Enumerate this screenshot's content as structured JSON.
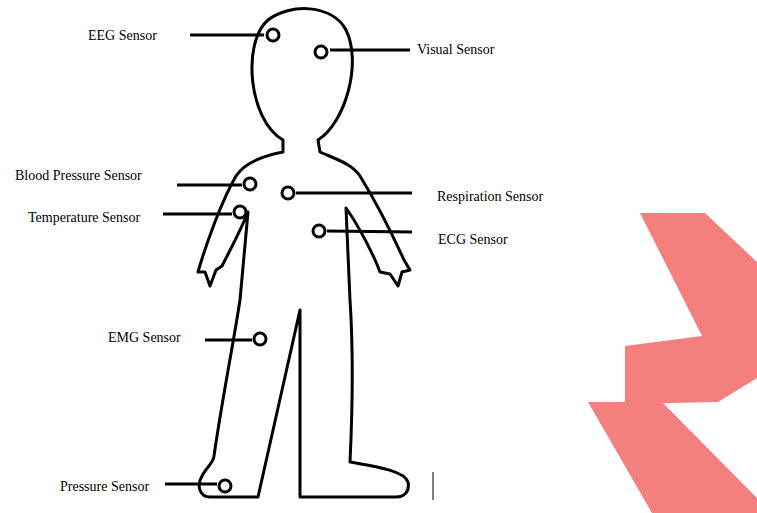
{
  "diagram": {
    "labels": [
      "EEG Sensor",
      "Visual Sensor",
      "Blood Pressure Sensor",
      "Temperature Sensor",
      "Respiration Sensor",
      "ECG Sensor",
      "EMG Sensor",
      "Pressure Sensor"
    ]
  }
}
